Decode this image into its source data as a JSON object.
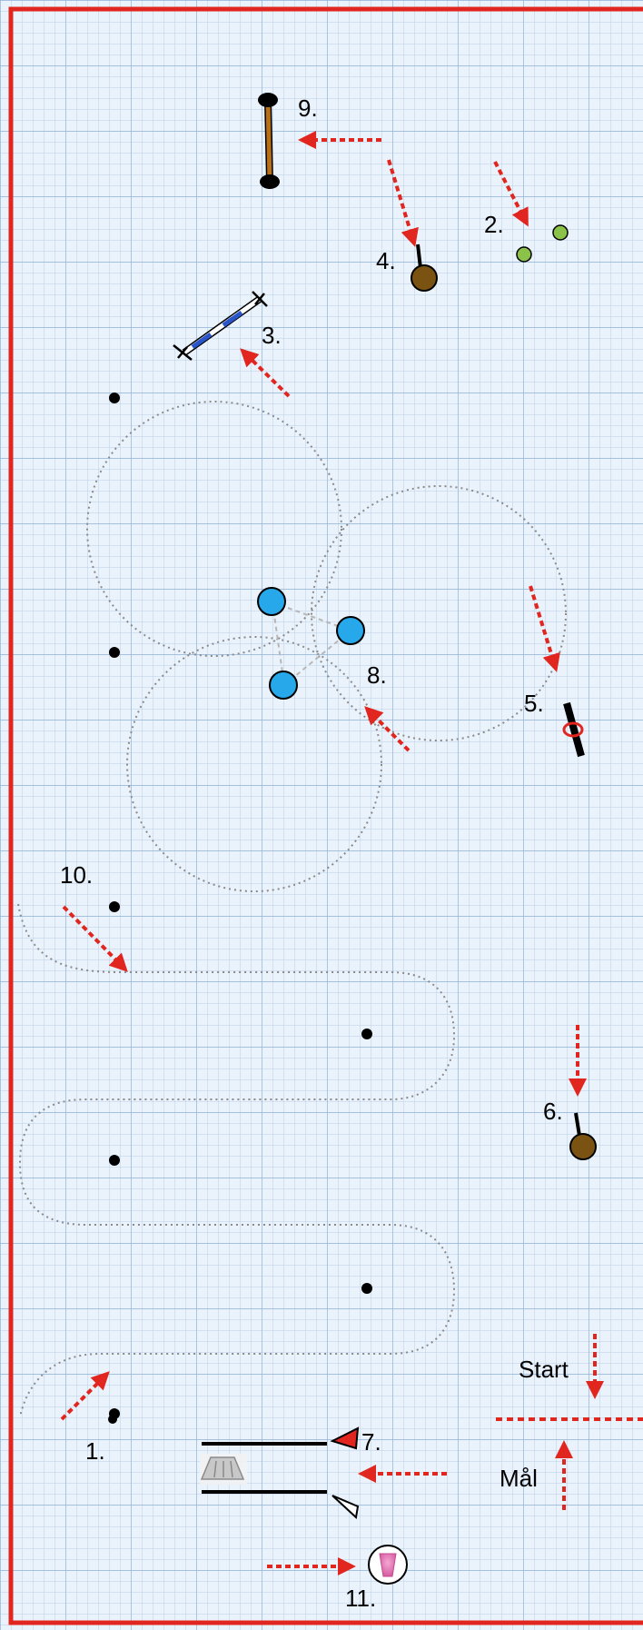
{
  "colors": {
    "border": "#e0261f",
    "arrow": "#e0261f",
    "grid_minor": "#b9cfe8",
    "grid_major": "#8fb0d6",
    "background": "#eaf2fb",
    "cone_blue": "#26a8ea",
    "ball_green": "#8bc34a",
    "post_brown": "#7a5212",
    "pole_orange": "#b96f16",
    "path_gray": "#8a8a8a"
  },
  "labels": {
    "s1": "1.",
    "s2": "2.",
    "s3": "3.",
    "s4": "4.",
    "s5": "5.",
    "s6": "6.",
    "s7": "7.",
    "s8": "8.",
    "s9": "9.",
    "s10": "10.",
    "s11": "11.",
    "start": "Start",
    "finish": "Mål"
  },
  "icons": {
    "s2": "two-balls-icon",
    "s3": "jump-bar-icon",
    "s4": "post-icon",
    "s5": "gate-icon",
    "s6": "post-icon",
    "s7": "tunnel-icon",
    "s8": "three-cones-icon",
    "s9": "pole-icon",
    "s11": "bucket-icon"
  }
}
